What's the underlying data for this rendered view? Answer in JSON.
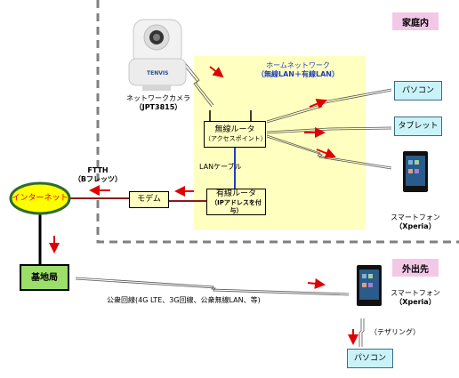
{
  "zones": {
    "home": "家庭内",
    "outside": "外出先"
  },
  "home_network": {
    "title": "ホームネットワーク",
    "subtitle": "（無線LAN＋有線LAN）"
  },
  "camera": {
    "brand": "TENVIS",
    "name": "ネットワークカメラ",
    "model": "（JPT3815）"
  },
  "wireless_router": {
    "name": "無線ルータ",
    "sub": "（アクセスポイント）"
  },
  "wired_router": {
    "name": "有線ルータ",
    "sub": "（IPアドレスを付与）"
  },
  "lan_cable": "LANケーブル",
  "modem": "モデム",
  "ftth": {
    "line1": "FTTH",
    "line2": "（Bフレッツ）"
  },
  "internet": "インターネット",
  "base_station": "基地局",
  "public_line": "公衆回線(4G LTE、3G回線、公衆無線LAN、等)",
  "devices": {
    "pc": "パソコン",
    "tablet": "タブレット",
    "phone_home": {
      "name": "スマートフォン",
      "model": "（Xperia）"
    },
    "phone_out": {
      "name": "スマートフォン",
      "model": "（Xperia）"
    },
    "pc_out": "パソコン",
    "tethering": "（テザリング）"
  },
  "colors": {
    "home_network_bg": "#ffffc0",
    "zone_tag_bg": "#f3c8e6",
    "device_box_bg": "#c9f3f8",
    "internet_bg": "#ffff00",
    "base_station_bg": "#9cde6a",
    "fiber_line": "#8b1a1a",
    "lan_cable": "#1f3fbf",
    "arrow": "#e00000"
  }
}
